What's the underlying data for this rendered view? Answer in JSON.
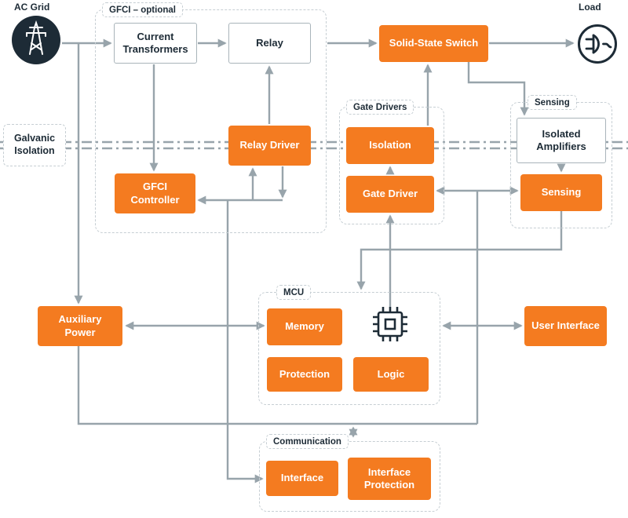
{
  "labels": {
    "ac_grid": "AC Grid",
    "load": "Load",
    "galvanic_isolation": "Galvanic Isolation"
  },
  "groups": {
    "gfci": "GFCI – optional",
    "gate_drivers": "Gate Drivers",
    "sensing": "Sensing",
    "mcu": "MCU",
    "communication": "Communication"
  },
  "nodes": {
    "current_transformers": "Current Transformers",
    "relay": "Relay",
    "solid_state_switch": "Solid-State Switch",
    "relay_driver": "Relay Driver",
    "gfci_controller": "GFCI Controller",
    "isolation": "Isolation",
    "gate_driver": "Gate Driver",
    "isolated_amplifiers": "Isolated Amplifiers",
    "sensing": "Sensing",
    "auxiliary_power": "Auxiliary Power",
    "memory": "Memory",
    "protection": "Protection",
    "logic": "Logic",
    "user_interface": "User Interface",
    "comm_interface": "Interface",
    "interface_protection": "Interface Protection"
  },
  "colors": {
    "accent_orange": "#F47B20",
    "ink_navy": "#1D2B36",
    "wire_gray": "#98A4AB",
    "group_dash": "#C6CED3"
  },
  "connections": [
    "AC Grid → Current Transformers",
    "Current Transformers → Relay",
    "GFCI → Solid-State Switch",
    "Solid-State Switch → Load",
    "AC Grid → Auxiliary Power",
    "Current Transformers → GFCI Controller",
    "Relay Driver → Relay",
    "Isolation → Solid-State Switch",
    "Gate Driver → Isolation",
    "MCU → Gate Driver",
    "Solid-State Switch → Isolated Amplifiers",
    "Isolated Amplifiers → Sensing",
    "Gate Driver ↔ Sensing",
    "MCU ↔ User Interface",
    "GFCI Controller ↔ Relay Driver bus",
    "Auxiliary Power ↔ Memory",
    "Center bus → Interface",
    "Bottom bus ↔ Communication",
    "Sensing → MCU"
  ]
}
